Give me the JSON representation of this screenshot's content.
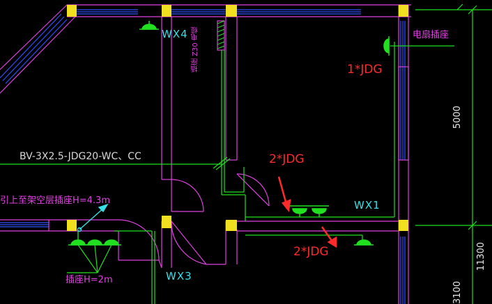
{
  "colors": {
    "background": "#000000",
    "wall": "#e040e0",
    "wire": "#20e020",
    "column": "#f0e020",
    "window": "#3050ff",
    "annotation_red": "#ff2a2a",
    "text_cyan": "#37e0e6",
    "dimension": "#20e020"
  },
  "labels": {
    "wx4": "WX4",
    "wx1": "WX1",
    "wx3": "WX3",
    "fan_socket": "电扇插座",
    "jdg_top": "1*JDG",
    "jdg_mid": "2*JDG",
    "jdg_bottom": "2*JDG",
    "cable_spec": "BV-3X2.5-JDG20-WC、CC",
    "lead_up": "引上至架空层插座H=4.3m",
    "socket_height": "插座H=2m",
    "vertical_note": "插座 Z30 电缆",
    "dim_5000": "5000",
    "dim_3100": "3100",
    "dim_11300": "11300"
  },
  "icons": {
    "socket_symbol": "socket-icon",
    "red_arrow": "arrow-icon",
    "cyan_arrow": "arrow-icon"
  }
}
